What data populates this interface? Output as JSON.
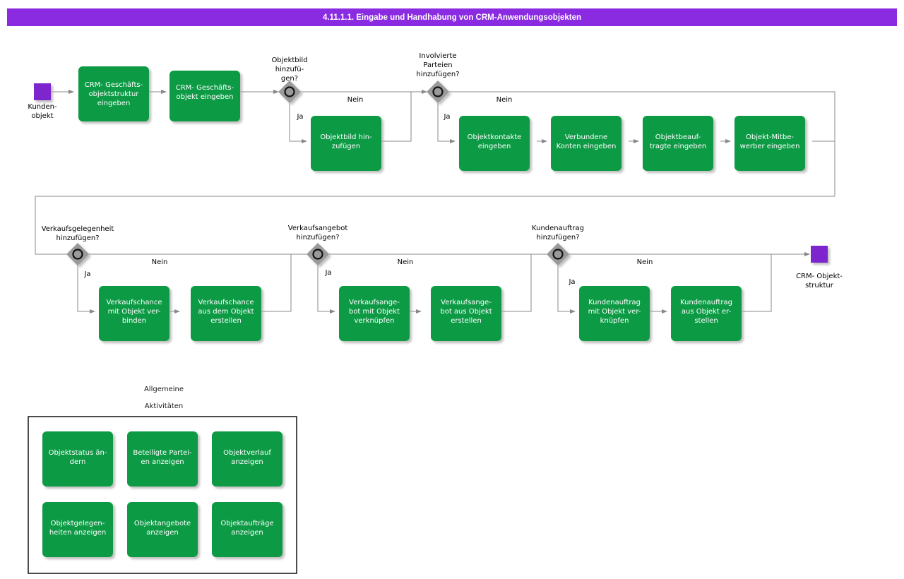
{
  "header": {
    "title": "4.11.1.1. Eingabe und Handhabung von CRM-Anwendungsobjekten",
    "bg": "#8a2be2",
    "fg": "#ffffff"
  },
  "colors": {
    "task": "#079a45",
    "terminator": "#7d26cd",
    "gateway": "#999999",
    "line": "#888888",
    "panel_border": "#000000"
  },
  "labels": {
    "yes": "Ja",
    "no": "Nein"
  },
  "start": {
    "label_line1": "Kunden-",
    "label_line2": "objekt"
  },
  "end": {
    "label_line1": "CRM- Objekt-",
    "label_line2": "struktur"
  },
  "gateways": [
    {
      "id": "g1",
      "lines": [
        "Objektbild",
        "hinzufü-",
        "gen?"
      ],
      "yes": "Ja",
      "no": "Nein"
    },
    {
      "id": "g2",
      "lines": [
        "Involvierte",
        "Parteien",
        "hinzufügen?"
      ],
      "yes": "Ja",
      "no": "Nein"
    },
    {
      "id": "g3",
      "lines": [
        "Verkaufsgelegenheit",
        "hinzufügen?"
      ],
      "yes": "Ja",
      "no": "Nein"
    },
    {
      "id": "g4",
      "lines": [
        "Verkaufsangebot",
        "hinzufügen?"
      ],
      "yes": "Ja",
      "no": "Nein"
    },
    {
      "id": "g5",
      "lines": [
        "Kundenauftrag",
        "hinzufügen?"
      ],
      "yes": "Ja",
      "no": "Nein"
    }
  ],
  "tasks": [
    {
      "id": "t1",
      "lines": [
        "CRM- Geschäfts-",
        "objektstruktur",
        "eingeben"
      ]
    },
    {
      "id": "t2",
      "lines": [
        "CRM- Geschäfts-",
        "objekt  eingeben"
      ]
    },
    {
      "id": "t3",
      "lines": [
        "Objektbild hin-",
        "zufügen"
      ]
    },
    {
      "id": "t4",
      "lines": [
        "Objektkontakte",
        "eingeben"
      ]
    },
    {
      "id": "t5",
      "lines": [
        "Verbundene",
        "Konten eingeben"
      ]
    },
    {
      "id": "t6",
      "lines": [
        "Objektbeauf-",
        "tragte eingeben"
      ]
    },
    {
      "id": "t7",
      "lines": [
        "Objekt-Mitbe-",
        "werber eingeben"
      ]
    },
    {
      "id": "t8",
      "lines": [
        "Verkaufschance",
        "mit Objekt ver-",
        "binden"
      ]
    },
    {
      "id": "t9",
      "lines": [
        "Verkaufschance",
        "aus dem Objekt",
        "erstellen"
      ]
    },
    {
      "id": "t10",
      "lines": [
        "Verkaufsange-",
        "bot mit Objekt",
        "verknüpfen"
      ]
    },
    {
      "id": "t11",
      "lines": [
        "Verkaufsange-",
        "bot aus Objekt",
        "erstellen"
      ]
    },
    {
      "id": "t12",
      "lines": [
        "Kundenauftrag",
        "mit Objekt ver-",
        "knüpfen"
      ]
    },
    {
      "id": "t13",
      "lines": [
        "Kundenauftrag",
        "aus Objekt er-",
        "stellen"
      ]
    }
  ],
  "activities_group": {
    "caption_line1": "Allgemeine",
    "caption_line2": "Aktivitäten",
    "items": [
      {
        "id": "a1",
        "lines": [
          "Objektstatus än-",
          "dern"
        ]
      },
      {
        "id": "a2",
        "lines": [
          "Beteiligte Partei-",
          "en anzeigen"
        ]
      },
      {
        "id": "a3",
        "lines": [
          "Objektverlauf",
          "anzeigen"
        ]
      },
      {
        "id": "a4",
        "lines": [
          "Objektgelegen-",
          "heiten  anzeigen"
        ]
      },
      {
        "id": "a5",
        "lines": [
          "Objektangebote",
          "anzeigen"
        ]
      },
      {
        "id": "a6",
        "lines": [
          "Objektaufträge",
          "anzeigen"
        ]
      }
    ]
  }
}
